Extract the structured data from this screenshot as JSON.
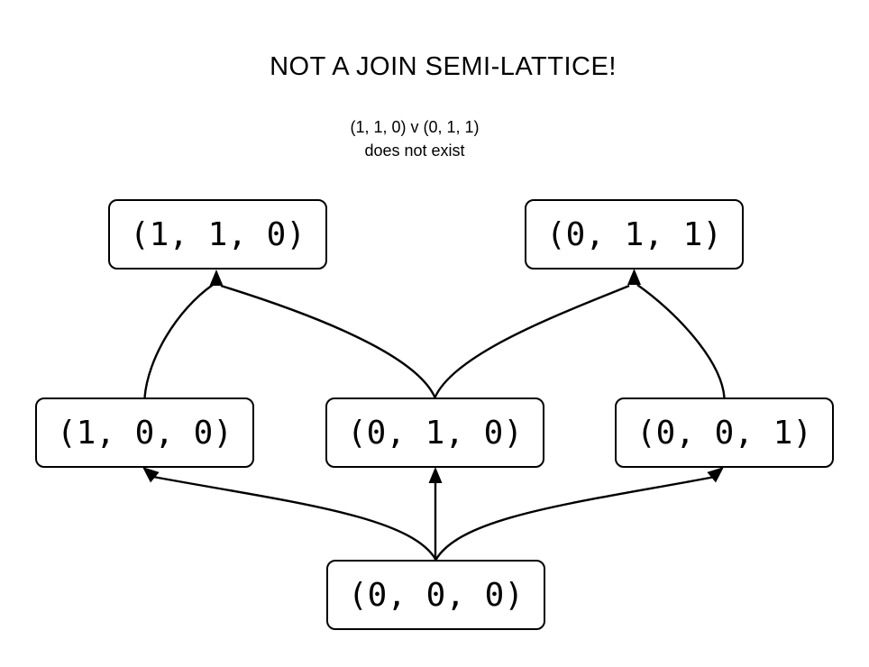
{
  "title": "NOT A JOIN SEMI-LATTICE!",
  "subtitle": {
    "line1": "(1, 1, 0) v (0, 1, 1)",
    "line2": "does not exist"
  },
  "nodes": [
    {
      "id": "node-1-1-0",
      "label": "(1, 1, 0)"
    },
    {
      "id": "node-0-1-1",
      "label": "(0, 1, 1)"
    },
    {
      "id": "node-1-0-0",
      "label": "(1, 0, 0)"
    },
    {
      "id": "node-0-1-0",
      "label": "(0, 1, 0)"
    },
    {
      "id": "node-0-0-1",
      "label": "(0, 0, 1)"
    },
    {
      "id": "node-0-0-0",
      "label": "(0, 0, 0)"
    }
  ],
  "edges": [
    {
      "from": "(1, 0, 0)",
      "to": "(1, 1, 0)"
    },
    {
      "from": "(0, 1, 0)",
      "to": "(1, 1, 0)"
    },
    {
      "from": "(0, 1, 0)",
      "to": "(0, 1, 1)"
    },
    {
      "from": "(0, 0, 1)",
      "to": "(0, 1, 1)"
    },
    {
      "from": "(0, 0, 0)",
      "to": "(1, 0, 0)"
    },
    {
      "from": "(0, 0, 0)",
      "to": "(0, 1, 0)"
    },
    {
      "from": "(0, 0, 0)",
      "to": "(0, 0, 1)"
    }
  ],
  "colors": {
    "background": "#ffffff",
    "stroke": "#000000",
    "text": "#000000"
  }
}
